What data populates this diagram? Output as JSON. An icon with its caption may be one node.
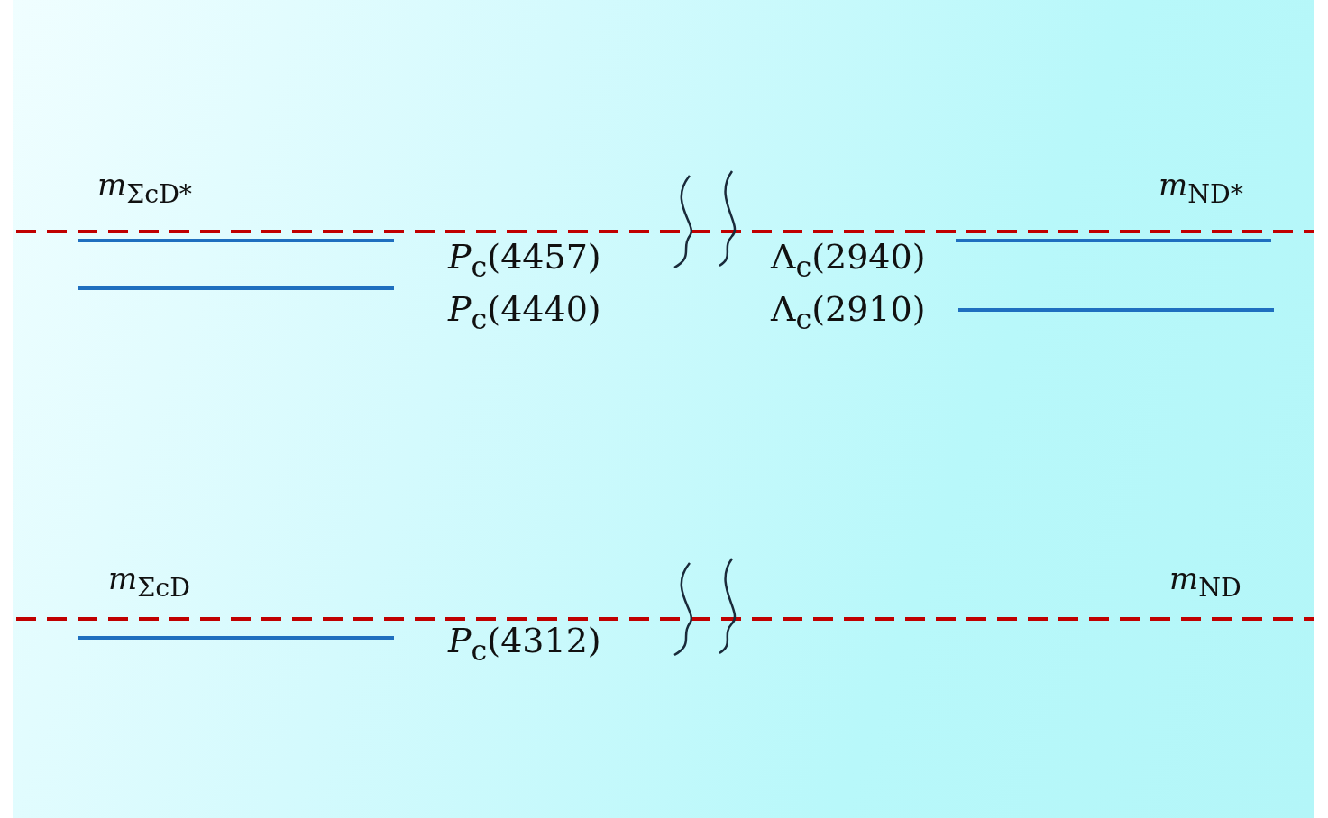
{
  "diagram": {
    "labels": [
      "*m*$_{ΣcD*}$",
      "*m*$_{ND*}$",
      "*P*$_{c}$(4457)",
      "Λ$_{c}$(2940)",
      "*P*$_{c}$(4440)",
      "Λ$_{c}$(2910)",
      "*m*$_{ΣcD}$",
      "*m*$_{ND}$",
      "*P*$_{c}$(4312)"
    ]
  }
}
